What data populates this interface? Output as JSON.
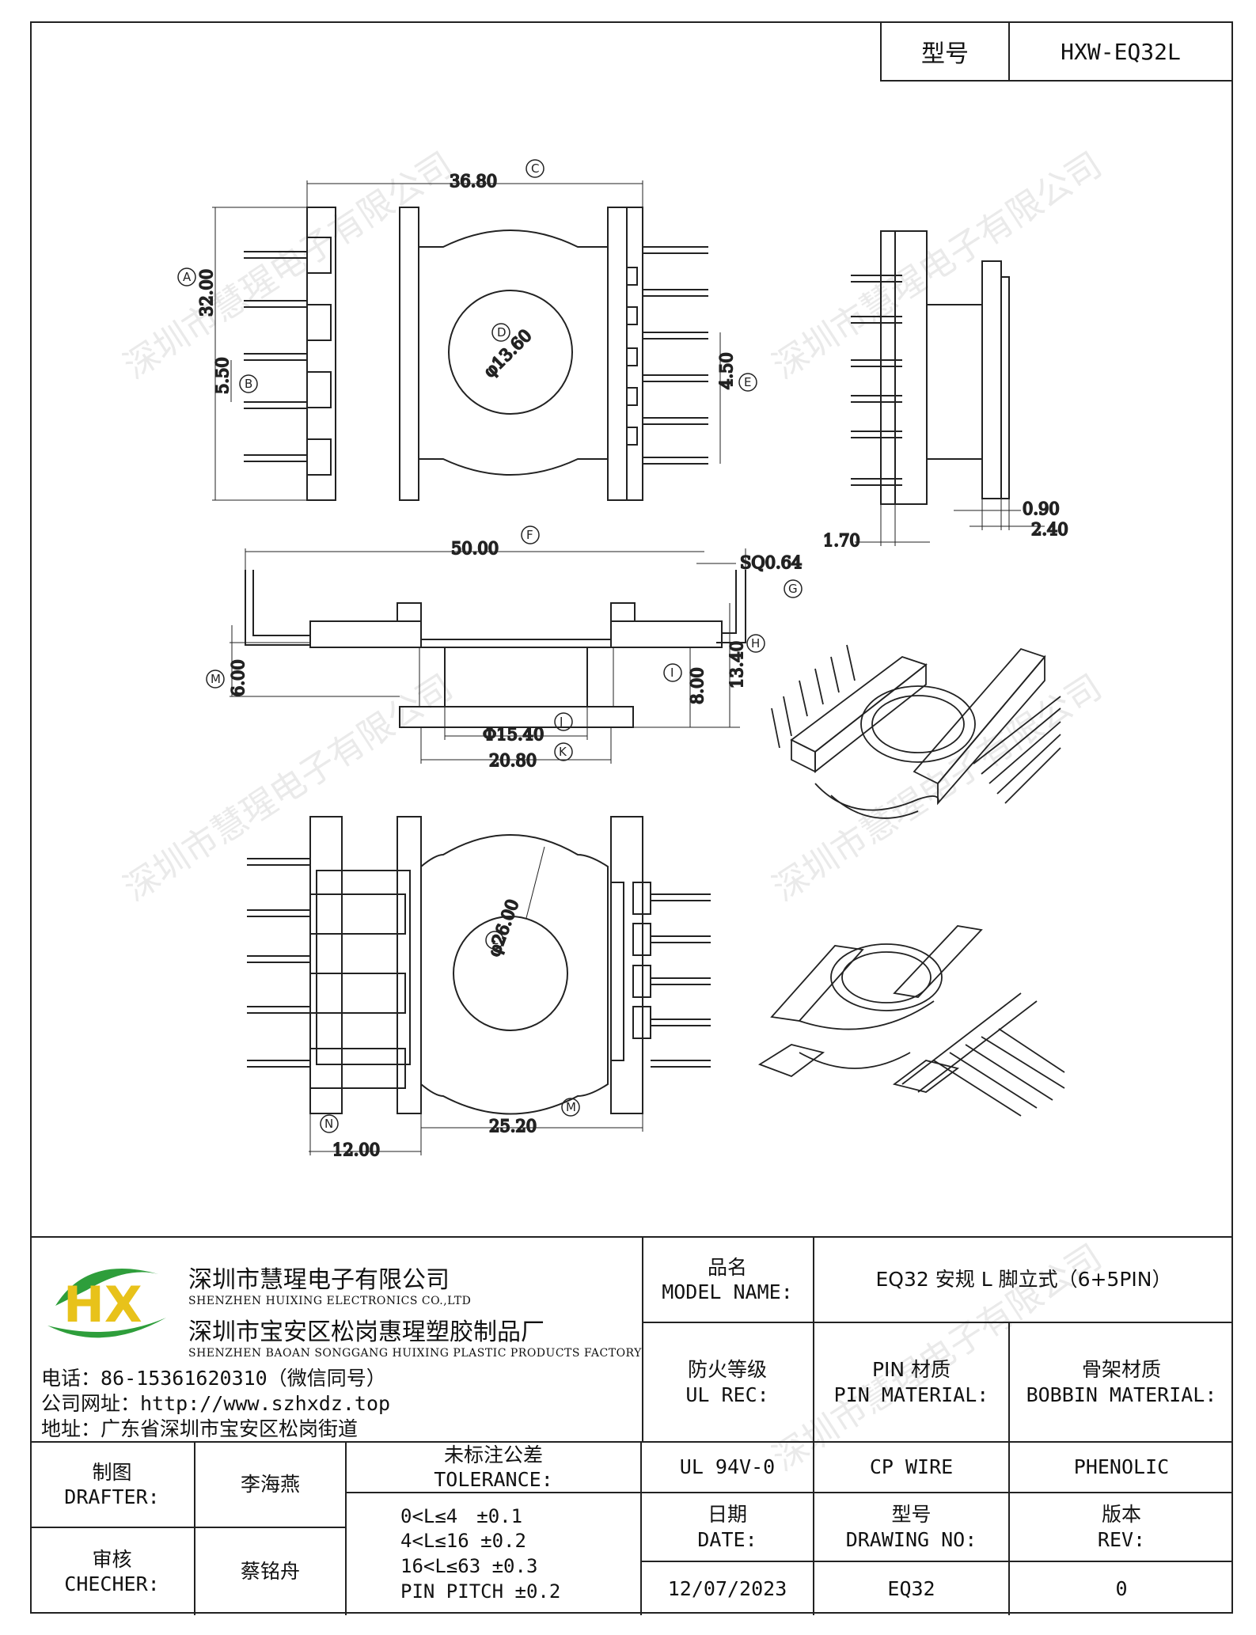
{
  "header": {
    "model_label": "型号",
    "model_value": "HXW-EQ32L"
  },
  "dimensions": {
    "c": "36.80",
    "a": "32.00",
    "b": "5.50",
    "d": "φ13.60",
    "e": "4.50",
    "f": "50.00",
    "g": "SQ0.64",
    "m_side": "6.00",
    "o": "8.00",
    "h": "13.40",
    "j": "Φ15.40",
    "k": "20.80",
    "side_left": "1.70",
    "side_r1": "0.90",
    "side_r2": "2.40",
    "l": "φ26.00",
    "n": "12.00",
    "m_bottom": "25.20"
  },
  "markers": {
    "a": "A",
    "b": "B",
    "c": "C",
    "d": "D",
    "e": "E",
    "f": "F",
    "g": "G",
    "h": "H",
    "i": "I",
    "j": "J",
    "k": "K",
    "l": "L",
    "m": "M",
    "n": "N"
  },
  "watermark": "深圳市慧瑆电子有限公司",
  "company": {
    "name_cn": "深圳市慧瑆电子有限公司",
    "name_en": "SHENZHEN HUIXING ELECTRONICS CO.,LTD",
    "factory_cn": "深圳市宝安区松岗惠瑆塑胶制品厂",
    "factory_en": "SHENZHEN BAOAN SONGGANG HUIXING PLASTIC PRODUCTS FACTORY",
    "phone": "电话：86-15361620310（微信同号）",
    "website": "公司网址：http://www.szhxdz.top",
    "address": "地址：广东省深圳市宝安区松岗街道",
    "logo_text": "HX",
    "logo_green": "#2e9e3b",
    "logo_yellow": "#e8c21a"
  },
  "title_block": {
    "product_name_cn": "品名",
    "product_name_en": "MODEL NAME:",
    "product_name_value": "EQ32 安规 L 脚立式（6+5PIN）",
    "fire_rating_cn": "防火等级",
    "fire_rating_en": "UL REC:",
    "fire_rating_value": "UL 94V-0",
    "pin_material_cn": "PIN 材质",
    "pin_material_en": "PIN MATERIAL:",
    "pin_material_value": "CP WIRE",
    "bobbin_material_cn": "骨架材质",
    "bobbin_material_en": "BOBBIN MATERIAL:",
    "bobbin_material_value": "PHENOLIC",
    "drafter_cn": "制图",
    "drafter_en": "DRAFTER:",
    "drafter_value": "李海燕",
    "checker_cn": "审核",
    "checker_en": "CHECHER:",
    "checker_value": "蔡铭舟",
    "tolerance_cn": "未标注公差",
    "tolerance_en": "TOLERANCE:",
    "tolerance_lines": [
      "0<L≤4　±0.1",
      "4<L≤16 ±0.2",
      "16<L≤63 ±0.3",
      "PIN PITCH ±0.2"
    ],
    "date_cn": "日期",
    "date_en": "DATE:",
    "date_value": "12/07/2023",
    "drawing_no_cn": "型号",
    "drawing_no_en": "DRAWING NO:",
    "drawing_no_value": "EQ32",
    "rev_cn": "版本",
    "rev_en": "REV:",
    "rev_value": "0"
  }
}
